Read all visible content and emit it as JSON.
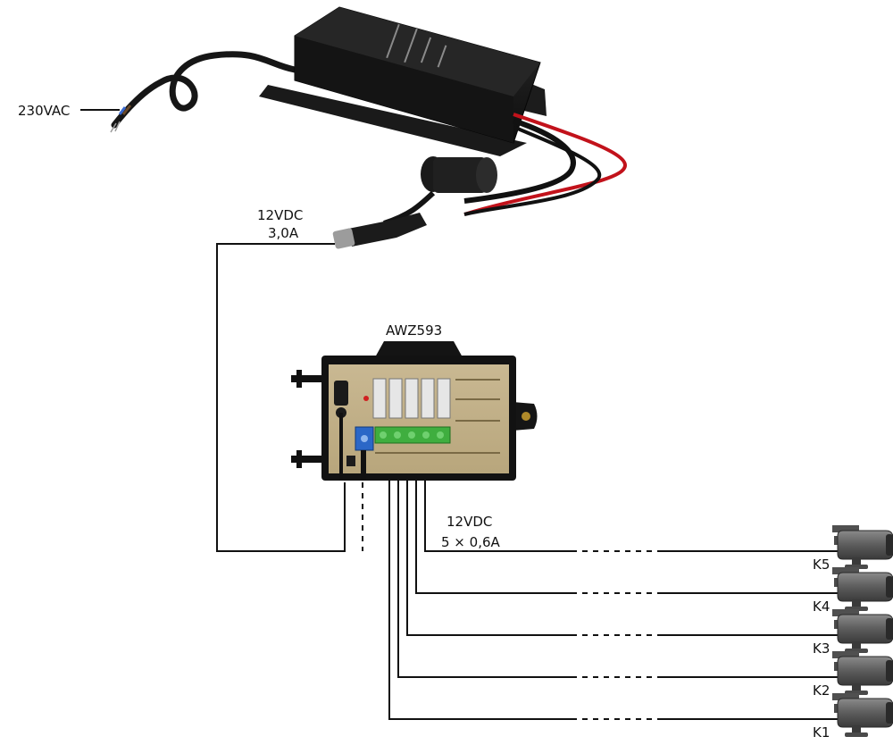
{
  "labels": {
    "mains": "230VAC",
    "psu_output_voltage": "12VDC",
    "psu_output_current": "3,0A",
    "module_name": "AWZ593",
    "outputs_voltage": "12VDC",
    "outputs_current": "5 × 0,6A"
  },
  "cameras": [
    "K5",
    "K4",
    "K3",
    "K2",
    "K1"
  ]
}
